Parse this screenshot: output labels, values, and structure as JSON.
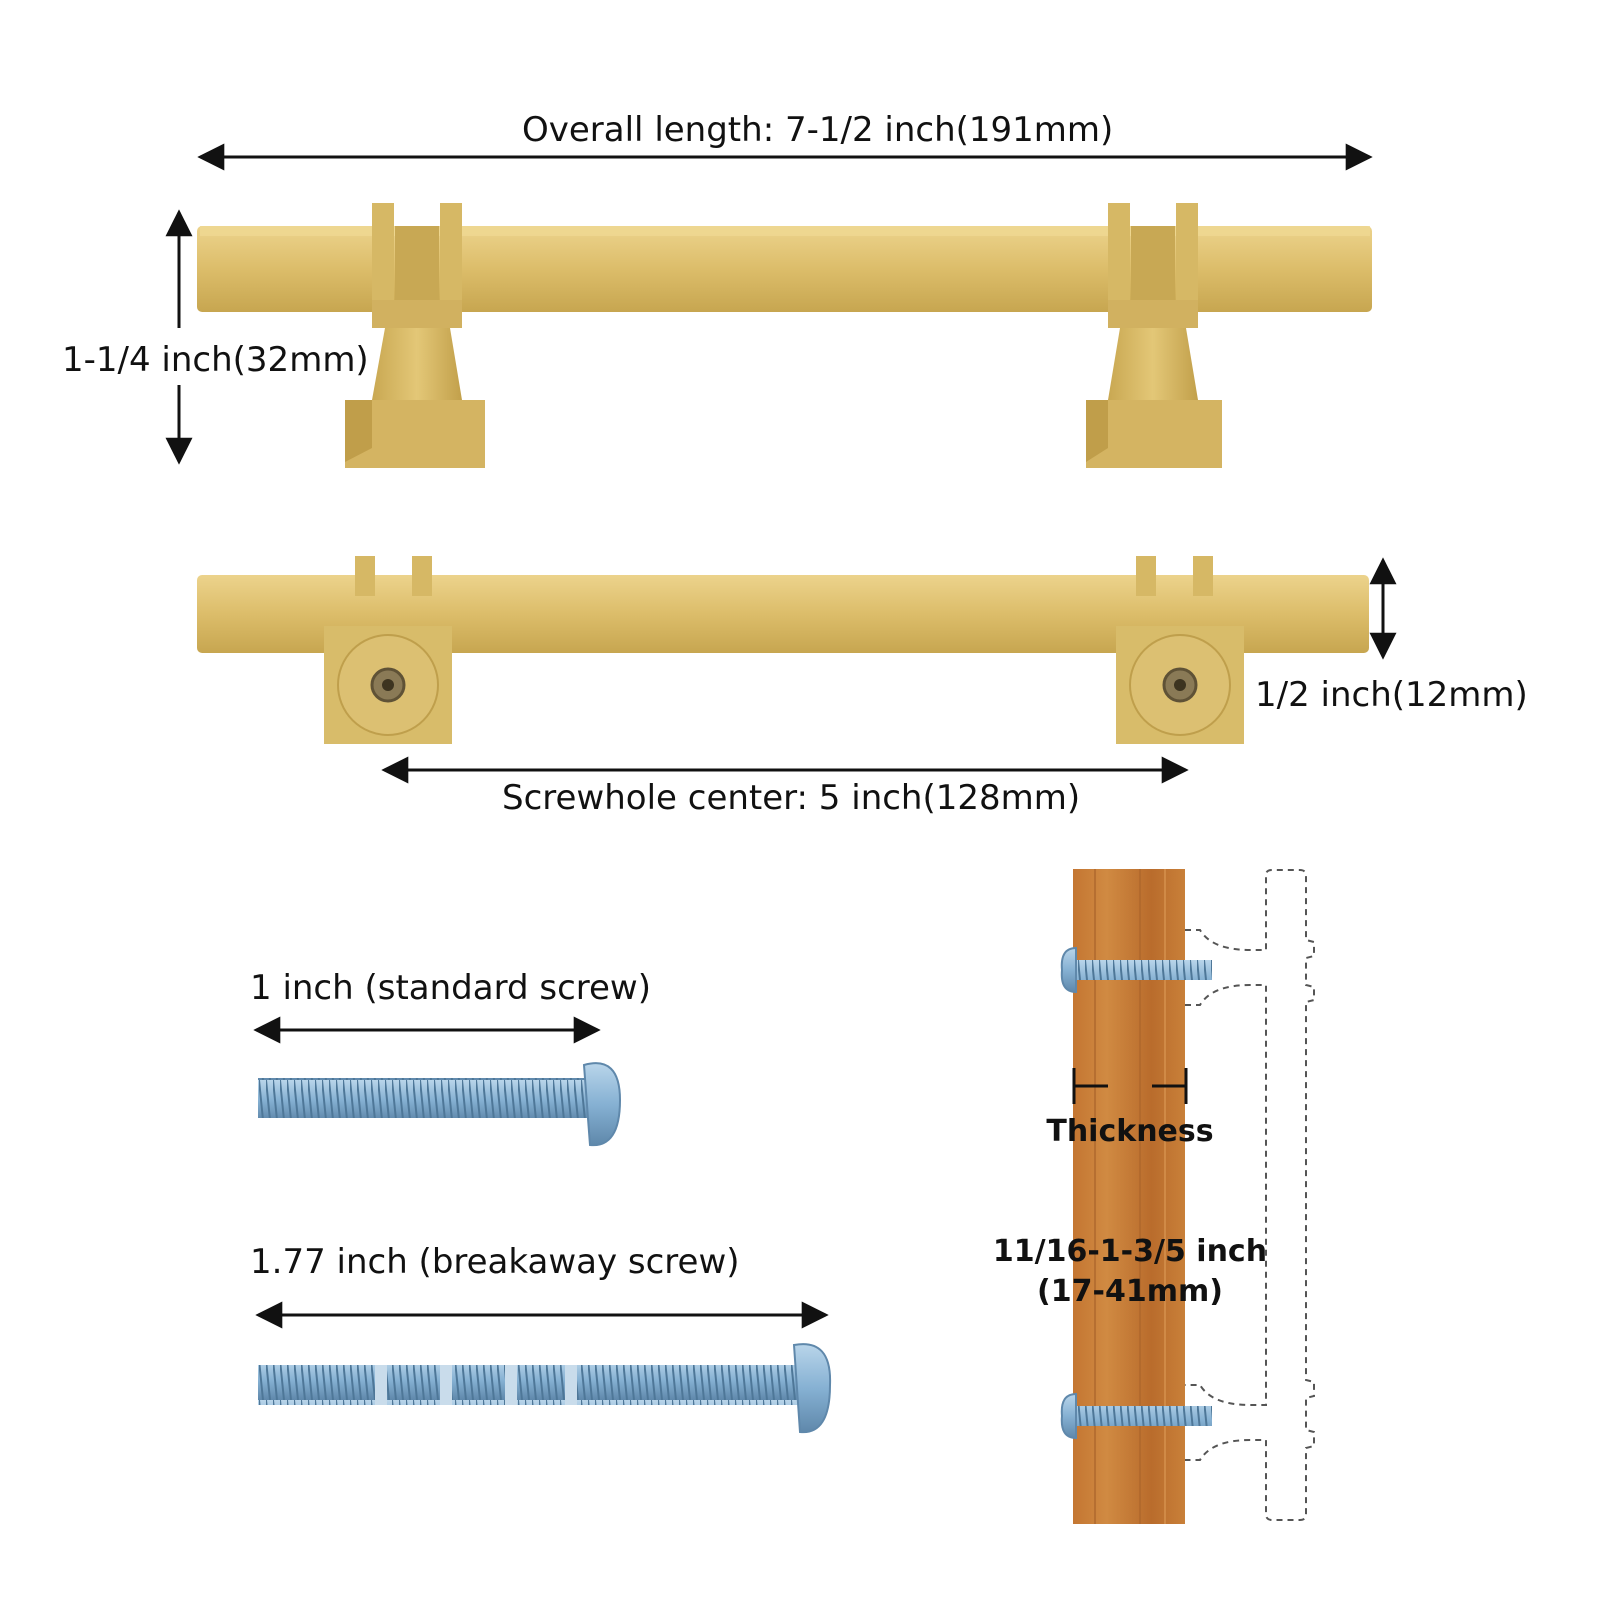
{
  "labels": {
    "overall_length": "Overall length: 7-1/2 inch(191mm)",
    "height": "1-1/4 inch(32mm)",
    "bar_thickness": "1/2 inch(12mm)",
    "screwhole_center": "Screwhole center: 5 inch(128mm)",
    "standard_screw": "1 inch (standard screw)",
    "breakaway_screw": "1.77 inch (breakaway screw)",
    "thickness": "Thickness",
    "thickness_range_line1": "11/16-1-3/5 inch",
    "thickness_range_line2": "(17-41mm)"
  },
  "colors": {
    "gold": "#d8b964",
    "gold_light": "#e9cf83",
    "gold_dark": "#b7983f",
    "screw_blue": "#8fb8d8",
    "screw_dark": "#5f88ab",
    "wood": "#c77a35",
    "wood_dark": "#a8622a",
    "ink": "#111111"
  }
}
